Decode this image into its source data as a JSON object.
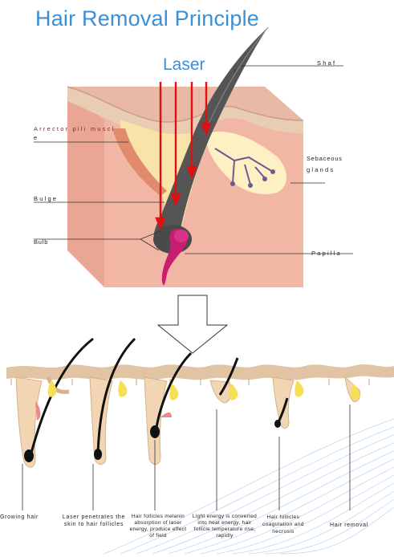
{
  "title": "Hair Removal Principle",
  "laser_label": "Laser",
  "callouts": {
    "shaft": "Shaf",
    "shaft_suffix": "t",
    "arrector": "Arrector pili muscl",
    "arrector_line2": "e",
    "sebaceous": "Sebaceous",
    "sebaceous_line2": "glands",
    "bulge": "Bulge",
    "bulb": "Bulb",
    "papilla": "Papilla"
  },
  "stages": [
    {
      "label": "Growing hair"
    },
    {
      "label": "Laser penetrates the skin to hair follicles"
    },
    {
      "label": "Hair follicles melanin absorption of laser energy, produce effect of field"
    },
    {
      "label": "Light energy is converted into heat energy, hair follicle temperature rise, rapidly"
    },
    {
      "label": "Hair follicles coagulation and necrosis"
    },
    {
      "label": "Hair removal"
    }
  ],
  "colors": {
    "title": "#3b8fd6",
    "laser_beam": "#e01010",
    "skin": "#f2b7a4",
    "epidermis": "#e9cfb6",
    "hair": "#555555",
    "gland": "#fff3c6",
    "papilla": "#c81e72"
  }
}
